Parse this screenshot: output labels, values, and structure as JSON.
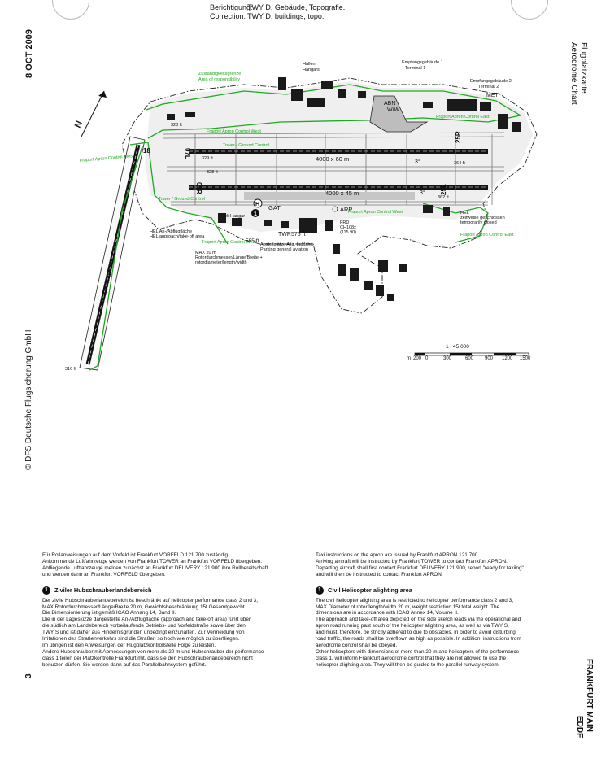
{
  "correction": {
    "de_label": "Berichtigung:",
    "de_text": "TWY D, Gebäude, Topografie.",
    "en_label": "Correction:",
    "en_text": "TWY D, buildings, topo."
  },
  "margin_left": {
    "date": "8 OCT 2009",
    "copyright": "© DFS Deutsche Flugsicherung GmbH",
    "page_number": "3"
  },
  "margin_right": {
    "chart_type_de": "Flugplatzkarte",
    "chart_type_en": "Aerodrome Chart",
    "airport": "FRANKFURT MAIN",
    "icao": "EDDF"
  },
  "map": {
    "responsibility_de": "Zuständigkeitsgrenze",
    "responsibility_en": "Area of responsibility",
    "hallen": "Hallen",
    "hangars": "Hangars",
    "terminal1_de": "Empfangsgebäude 1",
    "terminal1_en": "Terminal 1",
    "terminal2_de": "Empfangsgebäude 2",
    "terminal2_en": "Terminal 2",
    "met": "MET",
    "abn": "ABN",
    "ww": "W/W",
    "fraport_apron_east": "Fraport Apron Control East",
    "fraport_apron_west": "Fraport Apron Control West",
    "fraport_apron_control_west_label": "Fraport Apron Control West",
    "tower_ground_control": "Tower / Ground Control",
    "rwy_north_dims": "4000 x 60 m",
    "rwy_south_dims": "4000 x 45 m",
    "rwy_18_dims": "4000 x 45 m",
    "rwy_07L": "07L",
    "rwy_25R": "25R",
    "rwy_07R": "07R",
    "rwy_25L": "25L",
    "rwy_18": "18",
    "elev_329": "329 ft",
    "elev_364": "364 ft",
    "elev_328": "328 ft",
    "elev_362": "362 ft",
    "elev_316": "316 ft",
    "elev_328b": "328 ft",
    "var_3a": "3°",
    "var_3b": "3°",
    "gat": "GAT",
    "arp": "ARP",
    "twr": "TWR",
    "twr_elev": "575 ft",
    "obst_555": "555 ft",
    "frd": "FRD",
    "frd_chan": "CH108x",
    "frd_freq": "(115.90)",
    "heli_hangar": "Heli Hangar",
    "hel_area_de": "HEL An-/Abflugfläche",
    "hel_area_en": "HEL approach/take-off area",
    "max_line1": "MAX 20 m",
    "max_line2": "Rotordurchmesser/Länge/Breite +",
    "max_line3": "rotordiameter/length/width",
    "ga_parking_de": "Abstellplätze Allg. Luftfahrt",
    "ga_parking_en": "Parking general aviation",
    "hel_closed_1": "HEL",
    "hel_closed_2": "zeitweise geschlossen",
    "hel_closed_3": "temporarily closed",
    "north": "N",
    "heli_symbol": "H",
    "circle_num": "1"
  },
  "scale": {
    "ratio": "1 : 45 000",
    "ticks": [
      "200",
      "0",
      "300",
      "600",
      "900",
      "1200",
      "1500"
    ],
    "unit": "m"
  },
  "text_de": {
    "intro": [
      "Für Rollanweisungen auf dem Vorfeld ist Frankfurt VORFELD 121.700 zuständig.",
      "Ankommende Luftfahrzeuge werden von Frankfurt TOWER an Frankfurt VORFELD übergeben.",
      "Abfliegende Luftfahrzeuge melden zunächst an Frankfurt DELIVERY 121.900 ihre Rollbereitschaft",
      "und werden dann an Frankfurt VORFELD übergeben."
    ],
    "section_number": "1",
    "section_title": "Ziviler Hubschrauberlandebereich",
    "body": [
      "Der zivile Hubschrauberlandebereich ist beschränkt auf helicopter performance class 2 und 3,",
      "MAX Rotordurchmesser/Länge/Breite 20 m, Gewichtsbeschränkung 15t Gesamtgewicht.",
      "Die Dimensionierung ist gemäß ICAO Anhang 14, Band II.",
      "Die in der Lageskizze dargestellte An-/Abflugfläche (approach and take-off area) führt über",
      "die südlich am Landebereich vorbeilaufende Betriebs- und Vorfeldstraße sowie über den",
      "TWY S und ist daher aus Hindernisgründen unbedingt einzuhalten. Zur Vermeidung von",
      "Irritationen des Straßenverkehrs sind die Straßen so hoch wie möglich zu überfliegen.",
      "Im übrigen ist den Anweisungen der Flugplatzkontrollstelle Folge zu leisten.",
      "Andere Hubschrauber mit Abmessungen von mehr als 20 m und Hubschrauber der performance",
      "class 1 teilen der Platzkontrolle Frankfurt mit, dass sie den Hubschrauberlandebereich nicht",
      "benutzen dürfen. Sie werden dann auf das Parallelbahnsystem geführt."
    ]
  },
  "text_en": {
    "intro": [
      "Taxi instructions on the apron are issued by Frankfurt APRON 121.700.",
      "Arriving aircraft will be instructed by Frankfurt TOWER to contact Frankfurt APRON.",
      "Departing aircraft shall first contact Frankfurt DELIVERY 121.900, report \"ready for taxiing\"",
      "and will then be instructed to contact Frankfurt APRON."
    ],
    "section_number": "1",
    "section_title": "Civil Helicopter alighting area",
    "body": [
      "The civil helicopter alighting area is restricted to helicopter performance class 2 and 3,",
      "MAX Diameter of rotor/length/width 20 m, weight restriction 15t total weight. The",
      "dimensions are in accordance with ICAO Annex 14, Volume II.",
      "The approach and take-off area depicted on the side sketch leads via the operational and",
      "apron road running past south of the helicopter alighting area, as well as via TWY S,",
      "and must, therefore, be strictly adhered to due to obstacles. In order to avoid disturbing",
      "road traffic, the roads shall be overflown as high as possible. In addition, instructions from",
      "aerodrome control shall be obeyed.",
      "Other helicopters with dimensions of more than 20 m and helicopters of the performance",
      "class 1, will inform Frankfurt aerodrome control that they are not allowed to use the",
      "helicopter alighting area. They will then be guided to the parallel runway system."
    ]
  },
  "colors": {
    "green_boundary": "#1faa1f",
    "runway": "#141414",
    "apron_gray": "#cfcfcf",
    "building": "#1a1a1a"
  }
}
